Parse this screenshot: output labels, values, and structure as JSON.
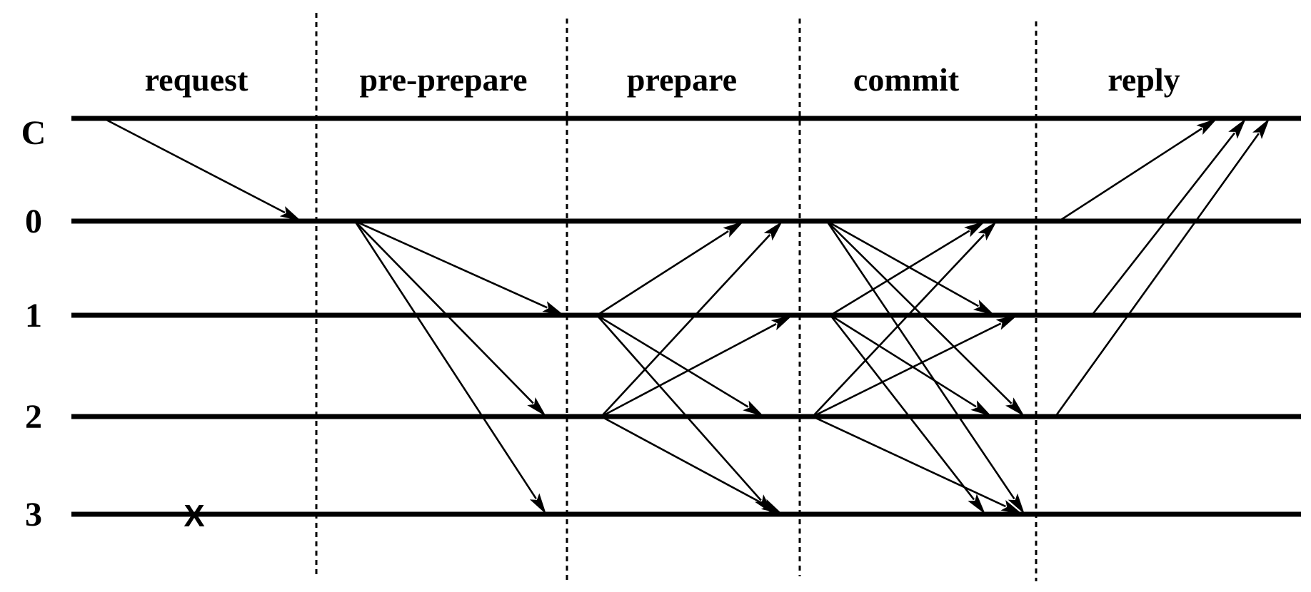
{
  "phases": [
    {
      "id": "request",
      "label": "request"
    },
    {
      "id": "pre-prepare",
      "label": "pre-prepare"
    },
    {
      "id": "prepare",
      "label": "prepare"
    },
    {
      "id": "commit",
      "label": "commit"
    },
    {
      "id": "reply",
      "label": "reply"
    }
  ],
  "nodes": [
    {
      "id": "C",
      "label": "C"
    },
    {
      "id": "0",
      "label": "0"
    },
    {
      "id": "1",
      "label": "1"
    },
    {
      "id": "2",
      "label": "2"
    },
    {
      "id": "3",
      "label": "3"
    }
  ],
  "failure": {
    "node": "3",
    "mark": "X"
  },
  "messages": [
    {
      "phase": "request",
      "from": "C",
      "to": "0"
    },
    {
      "phase": "pre-prepare",
      "from": "0",
      "to": "1"
    },
    {
      "phase": "pre-prepare",
      "from": "0",
      "to": "2"
    },
    {
      "phase": "pre-prepare",
      "from": "0",
      "to": "3"
    },
    {
      "phase": "prepare",
      "from": "1",
      "to": "0"
    },
    {
      "phase": "prepare",
      "from": "1",
      "to": "2"
    },
    {
      "phase": "prepare",
      "from": "1",
      "to": "3"
    },
    {
      "phase": "prepare",
      "from": "2",
      "to": "0"
    },
    {
      "phase": "prepare",
      "from": "2",
      "to": "1"
    },
    {
      "phase": "prepare",
      "from": "2",
      "to": "3"
    },
    {
      "phase": "commit",
      "from": "0",
      "to": "1"
    },
    {
      "phase": "commit",
      "from": "0",
      "to": "2"
    },
    {
      "phase": "commit",
      "from": "0",
      "to": "3"
    },
    {
      "phase": "commit",
      "from": "1",
      "to": "0"
    },
    {
      "phase": "commit",
      "from": "1",
      "to": "2"
    },
    {
      "phase": "commit",
      "from": "1",
      "to": "3"
    },
    {
      "phase": "commit",
      "from": "2",
      "to": "0"
    },
    {
      "phase": "commit",
      "from": "2",
      "to": "1"
    },
    {
      "phase": "commit",
      "from": "2",
      "to": "3"
    },
    {
      "phase": "reply",
      "from": "0",
      "to": "C"
    },
    {
      "phase": "reply",
      "from": "1",
      "to": "C"
    },
    {
      "phase": "reply",
      "from": "2",
      "to": "C"
    }
  ]
}
